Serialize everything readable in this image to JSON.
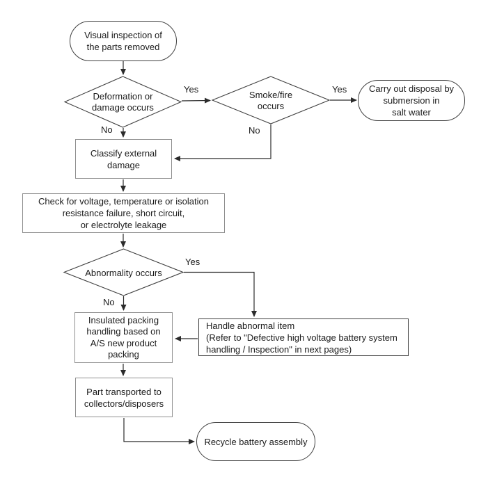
{
  "diagram": {
    "type": "flowchart",
    "colors": {
      "background": "#ffffff",
      "line": "#2b2b2b",
      "process_box_border": "#8f8f8f",
      "shape_border": "#3f3f3f",
      "text": "#1b1b1b"
    },
    "nodes": {
      "visual_inspection": {
        "type": "terminator",
        "label": "Visual inspection of\nthe parts removed"
      },
      "deformation": {
        "type": "decision",
        "label": "Deformation or\ndamage occurs"
      },
      "smoke_fire": {
        "type": "decision",
        "label": "Smoke/fire\noccurs"
      },
      "disposal": {
        "type": "terminator",
        "label": "Carry out disposal by\nsubmersion in\nsalt water"
      },
      "classify": {
        "type": "process",
        "label": "Classify external\ndamage"
      },
      "check": {
        "type": "process",
        "label": "Check for voltage, temperature or isolation\nresistance failure, short circuit,\nor electrolyte leakage"
      },
      "abnormality": {
        "type": "decision",
        "label": "Abnormality occurs"
      },
      "insulated": {
        "type": "process",
        "label": "Insulated packing\nhandling based on\nA/S new product\npacking"
      },
      "handle_abnormal": {
        "type": "process",
        "label": "Handle abnormal item\n(Refer to \"Defective high voltage battery system\nhandling / Inspection\" in next pages)"
      },
      "transport": {
        "type": "process",
        "label": "Part transported to\ncollectors/disposers"
      },
      "recycle": {
        "type": "terminator",
        "label": "Recycle battery assembly"
      }
    },
    "edge_labels": {
      "deformation_yes": "Yes",
      "deformation_no": "No",
      "smoke_yes": "Yes",
      "smoke_no": "No",
      "abnormality_yes": "Yes",
      "abnormality_no": "No"
    }
  }
}
